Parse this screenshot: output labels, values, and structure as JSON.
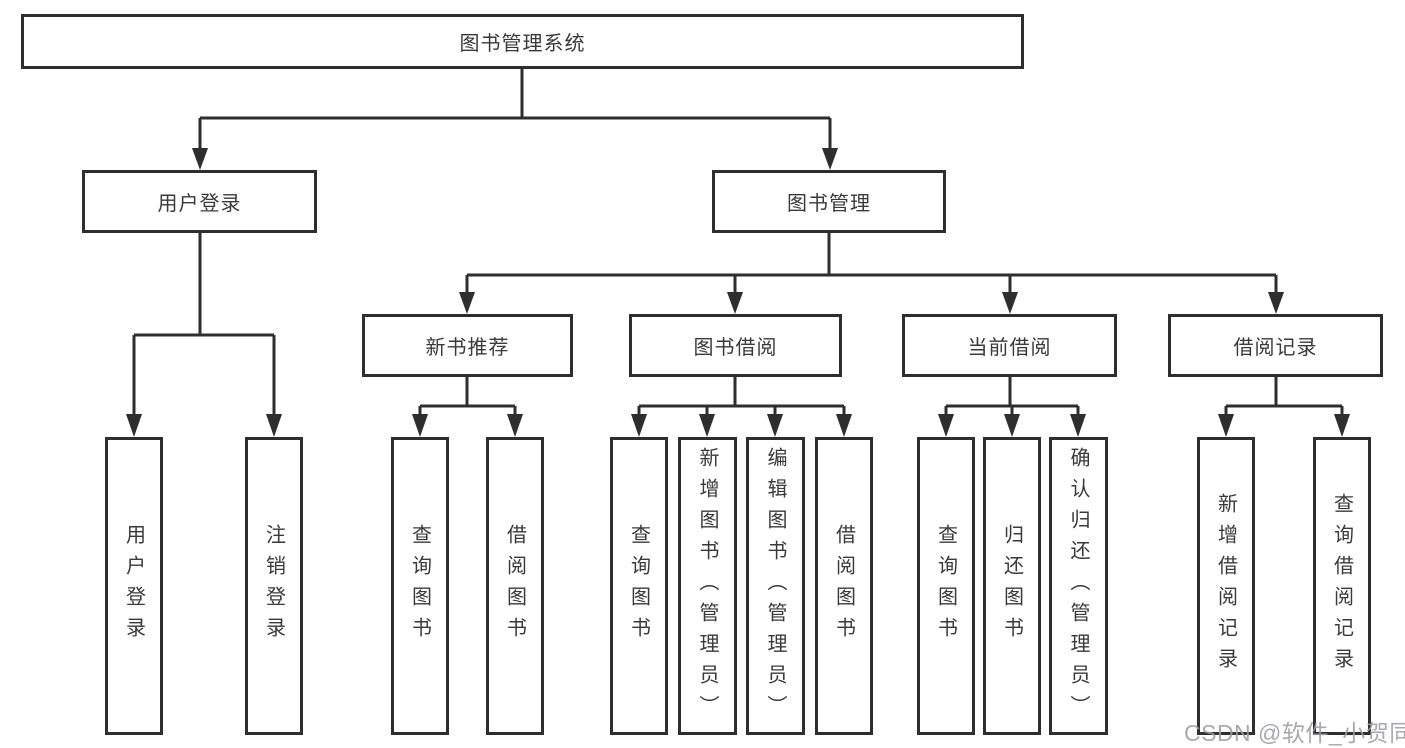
{
  "tree": {
    "root": {
      "label": "图书管理系统"
    },
    "branches": [
      {
        "label": "用户登录",
        "children": [
          "用户登录",
          "注销登录"
        ]
      },
      {
        "label": "图书管理",
        "sections": [
          {
            "label": "新书推荐",
            "children": [
              "查询图书",
              "借阅图书"
            ]
          },
          {
            "label": "图书借阅",
            "children": [
              "查询图书",
              "新增图书（管理员）",
              "编辑图书（管理员）",
              "借阅图书"
            ]
          },
          {
            "label": "当前借阅",
            "children": [
              "查询图书",
              "归还图书",
              "确认归还（管理员）"
            ]
          },
          {
            "label": "借阅记录",
            "children": [
              "新增借阅记录",
              "查询借阅记录"
            ]
          }
        ]
      }
    ]
  },
  "watermark": {
    "text": "CSDN @软件_小贺同学"
  },
  "colors": {
    "line": "#2e2e2e",
    "node_border": "#2e2e2e",
    "node_text": "#3a3a3a",
    "background": "#ffffff",
    "watermark_text": "#9d9ea6"
  }
}
